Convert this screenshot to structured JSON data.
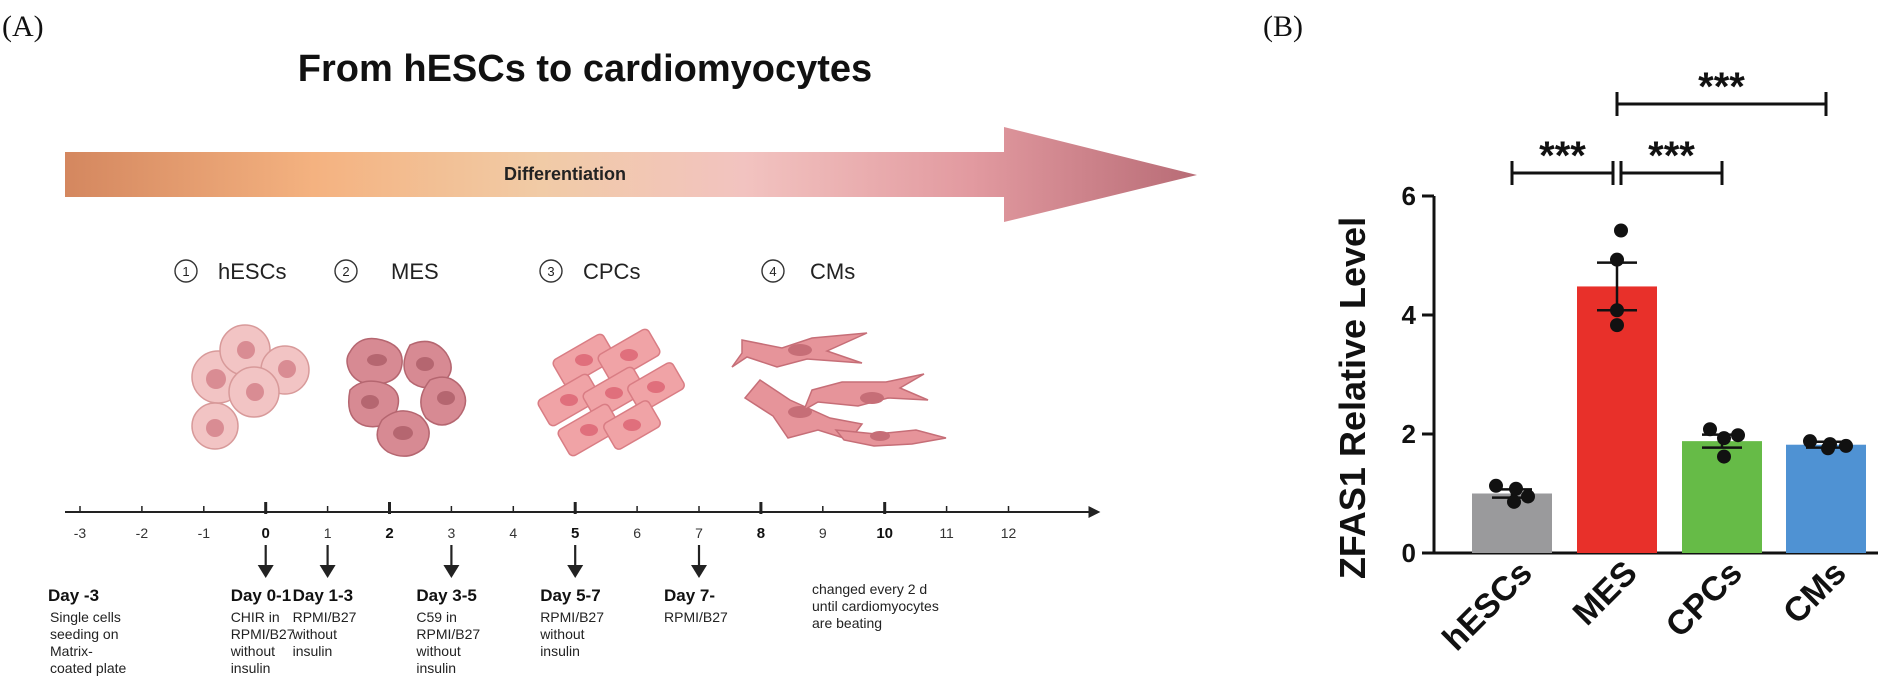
{
  "panel_a": {
    "label": "(A)",
    "title": "From hESCs to cardiomyocytes",
    "arrow_label": "Differentiation",
    "stages": [
      {
        "num": "1",
        "name": "hESCs"
      },
      {
        "num": "2",
        "name": "MES"
      },
      {
        "num": "3",
        "name": "CPCs"
      },
      {
        "num": "4",
        "name": "CMs"
      }
    ],
    "timeline_ticks": [
      "-3",
      "-2",
      "-1",
      "0",
      "1",
      "2",
      "3",
      "4",
      "5",
      "6",
      "7",
      "8",
      "9",
      "10",
      "11",
      "12"
    ],
    "bold_ticks": [
      "0",
      "2",
      "5",
      "8",
      "10"
    ],
    "protocol": [
      {
        "day": "Day -3",
        "lines": [
          "Single cells",
          "seeding on",
          "Matrix-",
          "coated plate"
        ],
        "arrow": false,
        "at": "-3"
      },
      {
        "day": "Day 0-1",
        "lines": [
          "CHIR in",
          "RPMI/B27",
          "without",
          "insulin"
        ],
        "arrow": true,
        "at": "0"
      },
      {
        "day": "Day 1-3",
        "lines": [
          "RPMI/B27",
          "without",
          "insulin"
        ],
        "arrow": true,
        "at": "1"
      },
      {
        "day": "Day 3-5",
        "lines": [
          "C59 in",
          "RPMI/B27",
          "without",
          "insulin"
        ],
        "arrow": true,
        "at": "3"
      },
      {
        "day": "Day 5-7",
        "lines": [
          "RPMI/B27",
          "without",
          "insulin"
        ],
        "arrow": true,
        "at": "5"
      },
      {
        "day": "Day 7-",
        "lines": [
          "RPMI/B27"
        ],
        "arrow": true,
        "at": "7"
      },
      {
        "day": "",
        "lines": [
          "changed every 2 d",
          "until  cardiomyocytes",
          "are beating"
        ],
        "arrow": false,
        "at": "9"
      }
    ]
  },
  "chart_data": {
    "type": "bar",
    "panel_label": "(B)",
    "categories": [
      "hESCs",
      "MES",
      "CPCs",
      "CMs"
    ],
    "values": [
      1.0,
      4.48,
      1.88,
      1.82
    ],
    "errors": [
      0.07,
      0.4,
      0.11,
      0.05
    ],
    "points": [
      [
        1.13,
        1.08,
        0.95,
        0.86
      ],
      [
        5.42,
        4.93,
        4.08,
        3.83
      ],
      [
        2.08,
        1.98,
        1.93,
        1.62
      ],
      [
        1.88,
        1.83,
        1.8,
        1.76
      ]
    ],
    "colors": [
      "#9a9a9c",
      "#e8302a",
      "#66bb47",
      "#4f92d3"
    ],
    "ylabel": "ZFAS1 Relative Level",
    "xlabel": "",
    "ylim": [
      0,
      6
    ],
    "yticks": [
      "0",
      "2",
      "4",
      "6"
    ],
    "significance": [
      {
        "from": 0,
        "to": 1,
        "label": "***"
      },
      {
        "from": 1,
        "to": 2,
        "label": "***"
      },
      {
        "from": 1,
        "to": 3,
        "label": "***"
      }
    ],
    "grid": false
  }
}
